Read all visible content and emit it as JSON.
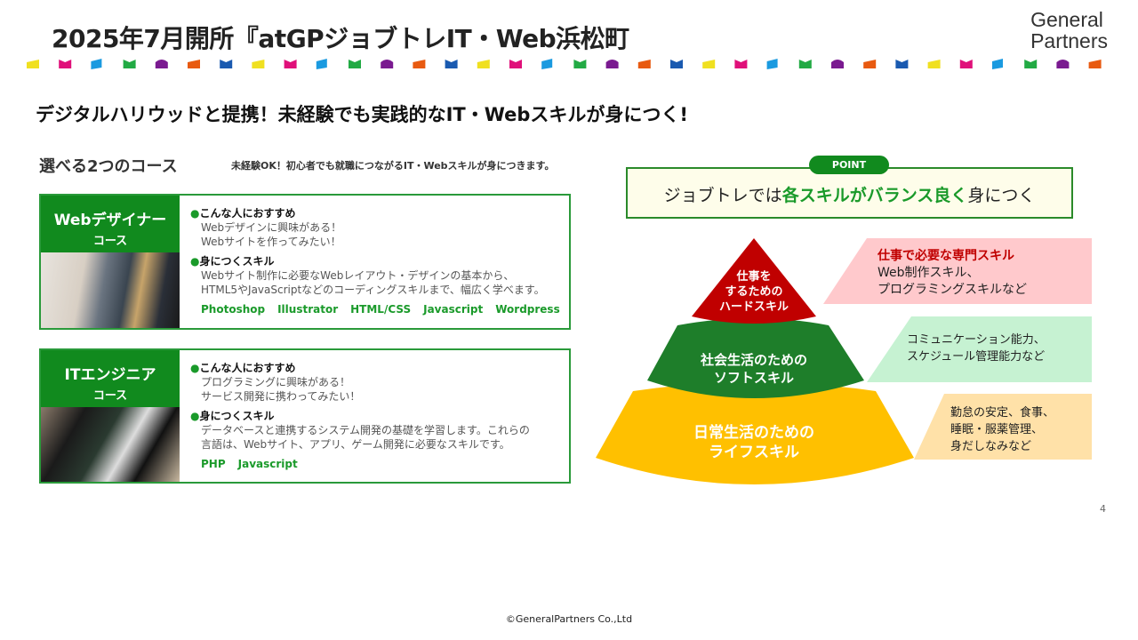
{
  "header": {
    "title": "2025年7月開所『atGPジョブトレIT・Web浜松町",
    "logo_line1": "General",
    "logo_line2": "Partners"
  },
  "subtitle": "デジタルハリウッドと提携！未経験でも実践的なIT・Webスキルが身につく!",
  "courses": {
    "heading": "選べる2つのコース",
    "note": "未経験OK！初心者でも就職につながるIT・Webスキルが身につきます。",
    "items": [
      {
        "name": "Webデザイナー",
        "suffix": "コース",
        "rec_heading": "こんな人におすすめ",
        "rec": [
          "Webデザインに興味がある！",
          "Webサイトを作ってみたい！"
        ],
        "skill_heading": "身につくスキル",
        "skill": [
          "Webサイト制作に必要なWebレイアウト・デザインの基本から、",
          "HTML5やJavaScriptなどのコーディングスキルまで、幅広く学べます。"
        ],
        "tags": [
          "Photoshop",
          "Illustrator",
          "HTML/CSS",
          "Javascript",
          "Wordpress"
        ]
      },
      {
        "name": "ITエンジニア",
        "suffix": "コース",
        "rec_heading": "こんな人におすすめ",
        "rec": [
          "プログラミングに興味がある！",
          "サービス開発に携わってみたい！"
        ],
        "skill_heading": "身につくスキル",
        "skill": [
          "データベースと連携するシステム開発の基礎を学習します。これらの",
          "言語は、Webサイト、アプリ、ゲーム開発に必要なスキルです。"
        ],
        "tags": [
          "PHP",
          "Javascript"
        ]
      }
    ]
  },
  "point": {
    "pill": "POINT",
    "text_pre": "ジョブトレでは",
    "text_em": "各スキルがバランス良く",
    "text_post": "身につく"
  },
  "pyramid": {
    "top": [
      "仕事を",
      "するための",
      "ハードスキル"
    ],
    "middle": [
      "社会生活のための",
      "ソフトスキル"
    ],
    "bottom": [
      "日常生活のための",
      "ライフスキル"
    ]
  },
  "callouts": {
    "hard": {
      "title": "仕事で必要な専門スキル",
      "lines": [
        "Web制作スキル、",
        "プログラミングスキルなど"
      ]
    },
    "soft": {
      "lines": [
        "コミュニケーション能力、",
        "スケジュール管理能力など"
      ]
    },
    "life": {
      "lines": [
        "勤怠の安定、食事、",
        "睡眠・服薬管理、",
        "身だしなみなど"
      ]
    }
  },
  "colors": {
    "green": "#118a1e",
    "red": "#c00000",
    "yellow": "#ffc000",
    "pink": "#ffc9cc",
    "mint": "#c6f2d2",
    "cream": "#ffe1a8",
    "flags": [
      "#f0e020",
      "#e0107a",
      "#1a9ae0",
      "#22aa44",
      "#7a1a90",
      "#e85a10",
      "#1a5ab0"
    ]
  },
  "page_number": "4",
  "copyright": "©GeneralPartners Co.,Ltd"
}
